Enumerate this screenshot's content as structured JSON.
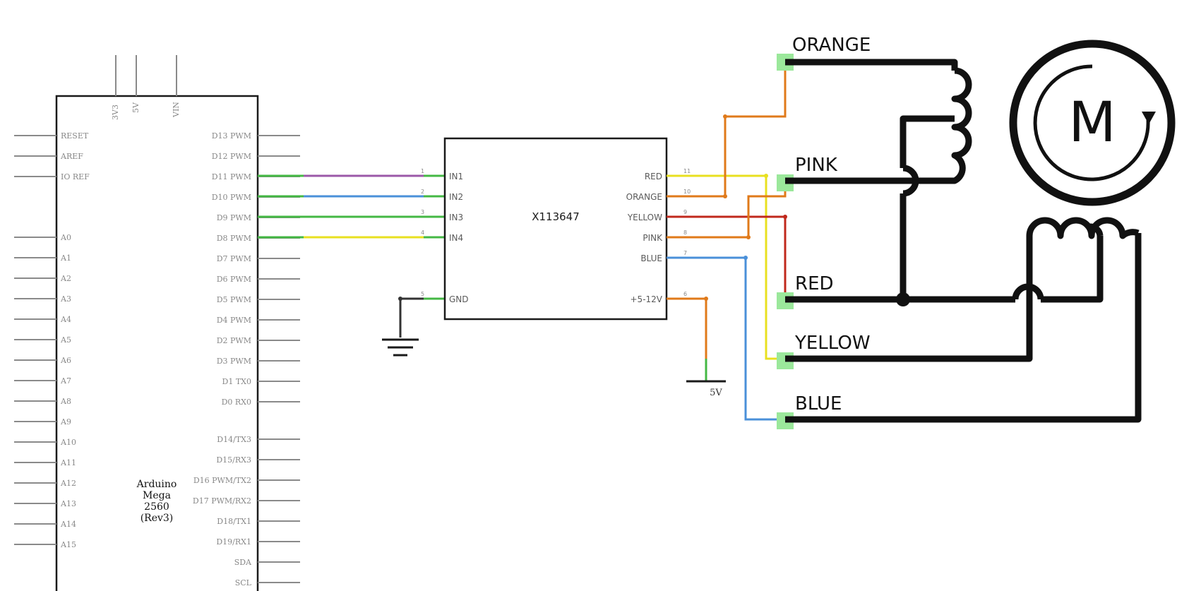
{
  "arduino": {
    "name_lines": [
      "Arduino",
      "Mega",
      "2560",
      "(Rev3)"
    ],
    "top_pins": [
      "3V3",
      "5V",
      "VIN"
    ],
    "left_pins": [
      "RESET",
      "AREF",
      "IO REF",
      "A0",
      "A1",
      "A2",
      "A3",
      "A4",
      "A5",
      "A6",
      "A7",
      "A8",
      "A9",
      "A10",
      "A11",
      "A12",
      "A13",
      "A14",
      "A15"
    ],
    "right_pins": [
      "D13 PWM",
      "D12 PWM",
      "D11 PWM",
      "D10 PWM",
      "D9 PWM",
      "D8 PWM",
      "D7 PWM",
      "D6 PWM",
      "D5 PWM",
      "D4 PWM",
      "D2 PWM",
      "D3 PWM",
      "D1 TX0",
      "D0 RX0",
      "D14/TX3",
      "D15/RX3",
      "D16 PWM/TX2",
      "D17 PWM/RX2",
      "D18/TX1",
      "D19/RX1",
      "SDA",
      "SCL"
    ]
  },
  "driver": {
    "name": "X113647",
    "left_pins": [
      {
        "label": "IN1",
        "num": "1"
      },
      {
        "label": "IN2",
        "num": "2"
      },
      {
        "label": "IN3",
        "num": "3"
      },
      {
        "label": "IN4",
        "num": "4"
      },
      {
        "label": "GND",
        "num": "5"
      }
    ],
    "right_pins": [
      {
        "label": "RED",
        "num": "11"
      },
      {
        "label": "ORANGE",
        "num": "10"
      },
      {
        "label": "YELLOW",
        "num": "9"
      },
      {
        "label": "PINK",
        "num": "8"
      },
      {
        "label": "BLUE",
        "num": "7"
      },
      {
        "label": "+5-12V",
        "num": "6"
      }
    ]
  },
  "power": {
    "supply_label": "5V"
  },
  "motor": {
    "symbol": "M",
    "wires": [
      "ORANGE",
      "PINK",
      "RED",
      "YELLOW",
      "BLUE"
    ]
  },
  "colors": {
    "purple_wire": "#9b59a8",
    "blue_wire": "#4a90d9",
    "green_wire": "#44b844",
    "yellow_wire": "#e8e020",
    "orange_wire": "#e07a1a",
    "red_wire": "#c0281c",
    "dark_wire": "#333333",
    "pin_highlight": "#9be89b"
  }
}
